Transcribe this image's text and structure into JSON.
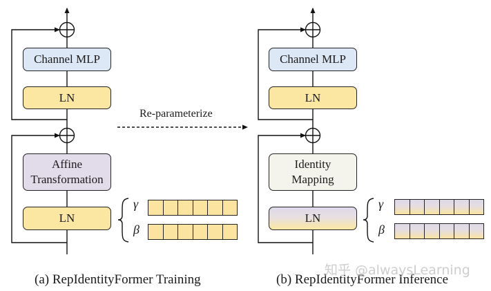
{
  "diagram": {
    "training": {
      "caption": "(a) RepIdentityFormer Training",
      "channel_mlp": "Channel MLP",
      "ln_top": "LN",
      "token_mixer": [
        "Affine",
        "Transformation"
      ],
      "ln_bottom": "LN",
      "gamma": "γ",
      "beta": "β",
      "param_cells": 6
    },
    "inference": {
      "caption": "(b) RepIdentityFormer Inference",
      "channel_mlp": "Channel MLP",
      "ln_top": "LN",
      "token_mixer": [
        "Identity",
        "Mapping"
      ],
      "ln_bottom": "LN",
      "gamma": "γ",
      "beta": "β",
      "param_cells": 6
    },
    "transition_label": "Re-parameterize",
    "watermark": "知乎 @alwaysLearning",
    "colors": {
      "channel_mlp": "#dde8f6",
      "layer_norm": "#fbe7a1",
      "affine": "#e2dcea",
      "identity": "#f4f4ec"
    }
  }
}
